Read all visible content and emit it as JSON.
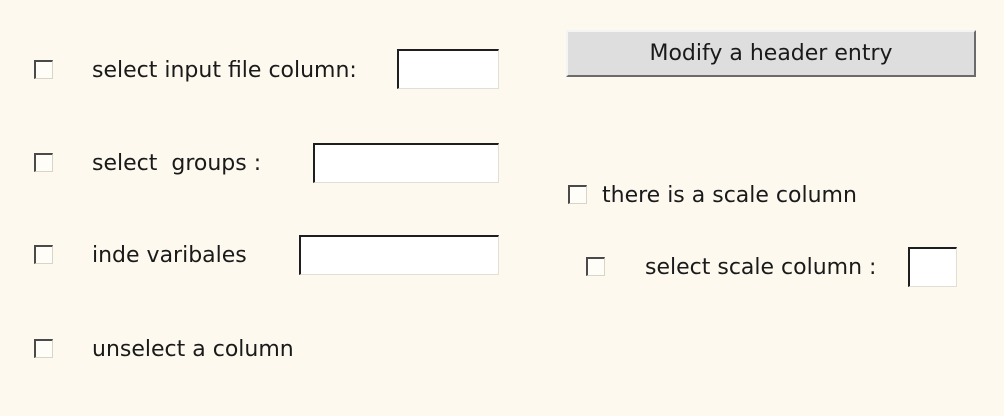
{
  "left_panel": {
    "rows": [
      {
        "label": "select input file column:",
        "has_input": true,
        "input_value": "",
        "checked": false
      },
      {
        "label": "select  groups :",
        "has_input": true,
        "input_value": "",
        "checked": false
      },
      {
        "label": "inde varibales",
        "has_input": true,
        "input_value": "",
        "checked": false
      },
      {
        "label": "unselect a column",
        "has_input": false,
        "checked": false
      }
    ]
  },
  "right_panel": {
    "modify_header_button_label": "Modify a header entry",
    "scale_column_checkbox_label": "there is a scale column",
    "scale_column_checked": false,
    "select_scale_column_label": "select scale column :",
    "select_scale_column_checked": false,
    "select_scale_column_value": ""
  }
}
